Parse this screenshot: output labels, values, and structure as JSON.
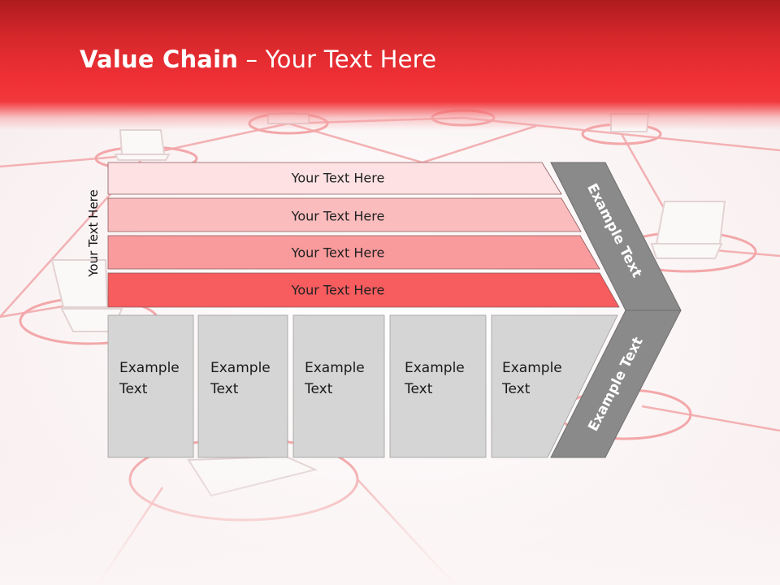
{
  "slide": {
    "title_bold": "Value Chain",
    "title_rest": " – Your Text Here",
    "side_label": "Your Text Here",
    "bars": [
      {
        "label": "Your Text Here",
        "color": "#fde1e3"
      },
      {
        "label": "Your Text Here",
        "color": "#fbbcbe"
      },
      {
        "label": "Your Text Here",
        "color": "#f99a9c"
      },
      {
        "label": "Your Text Here",
        "color": "#f75c5e"
      }
    ],
    "boxes": [
      {
        "line1": "Example",
        "line2": "Text"
      },
      {
        "line1": "Example",
        "line2": "Text"
      },
      {
        "line1": "Example",
        "line2": "Text"
      },
      {
        "line1": "Example",
        "line2": "Text"
      },
      {
        "line1": "Example",
        "line2": "Text"
      }
    ],
    "arrow_top_label": "Example Text",
    "arrow_bottom_label": "Example Text",
    "colors": {
      "header_red": "#ee3035",
      "box_gray": "#d5d5d5",
      "arrow_gray": "#8a8a8a",
      "network_line": "#f2a7a9"
    }
  }
}
